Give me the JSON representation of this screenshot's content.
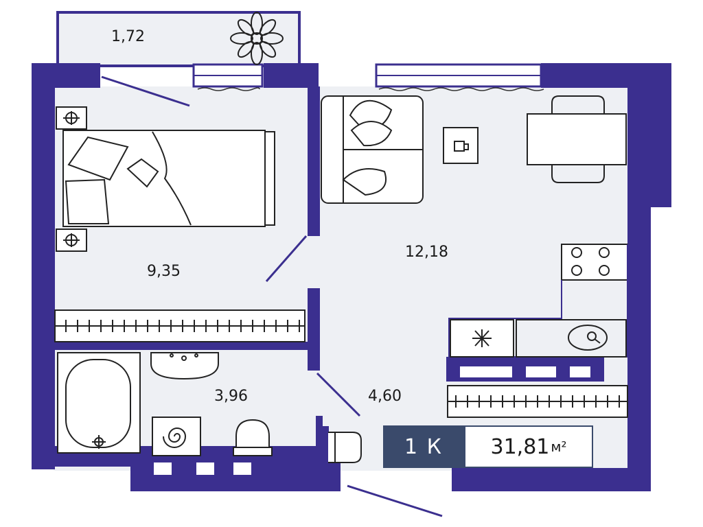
{
  "plan": {
    "wall_color": "#3b2f8f",
    "floor_color": "#eef0f4",
    "rooms": {
      "balcony_area": "1,72",
      "bedroom_area": "9,35",
      "living_area": "12,18",
      "bathroom_area": "3,96",
      "hallway_area": "4,60"
    },
    "badge": {
      "rooms": "1 К",
      "total_area": "31,81",
      "unit": "м²"
    }
  }
}
